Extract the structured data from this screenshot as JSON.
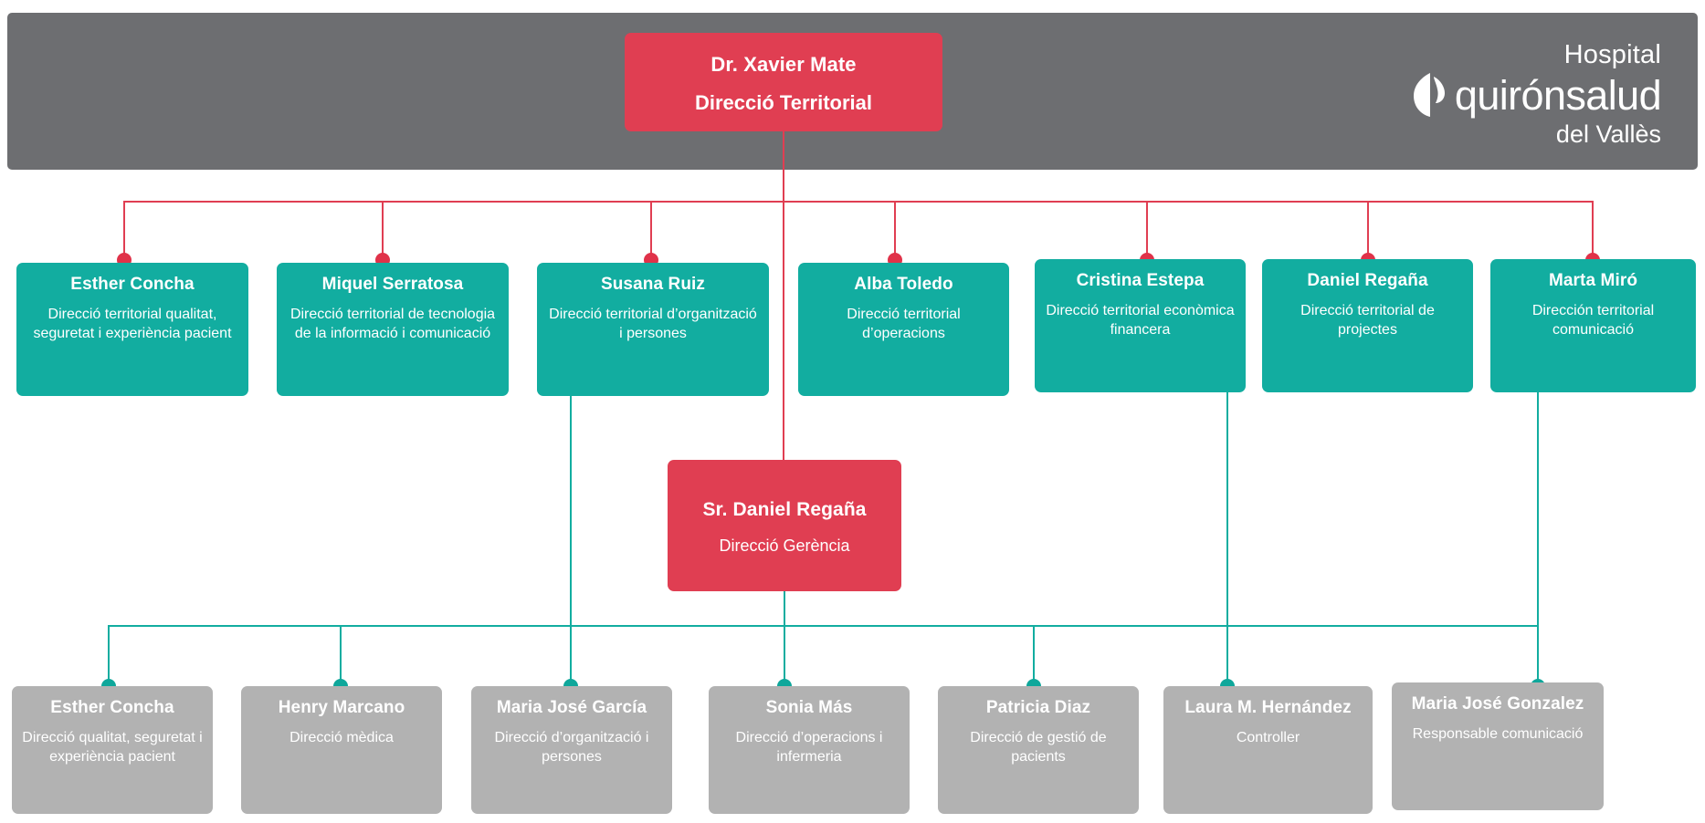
{
  "header": {
    "background_color": "#6d6e71",
    "logo": {
      "line1": "Hospital",
      "line2": "quirónsalud",
      "line3": "del Vallès",
      "mark_name": "quironsalud-leaf-mark"
    }
  },
  "colors": {
    "red": "#e03e52",
    "teal": "#12ada0",
    "gray": "#b2b2b2",
    "header_gray": "#6d6e71"
  },
  "root": {
    "name": "Dr. Xavier Mate",
    "role": "Direcció Territorial"
  },
  "territorial": [
    {
      "name": "Esther Concha",
      "role": "Direcció territorial qualitat, seguretat i experiència pacient"
    },
    {
      "name": "Miquel Serratosa",
      "role": "Direcció territorial de tecnologia de la informació i comunicació"
    },
    {
      "name": "Susana Ruiz",
      "role": "Direcció territorial d’organització i persones"
    },
    {
      "name": "Alba Toledo",
      "role": "Direcció territorial d’operacions"
    },
    {
      "name": "Cristina Estepa",
      "role": "Direcció territorial econòmica financera"
    },
    {
      "name": "Daniel Regaña",
      "role": "Direcció territorial de projectes"
    },
    {
      "name": "Marta Miró",
      "role": "Dirección territorial comunicació"
    }
  ],
  "gerencia": {
    "name": "Sr. Daniel Regaña",
    "role": "Direcció Gerència"
  },
  "local": [
    {
      "name": "Esther Concha",
      "role": "Direcció qualitat, seguretat i experiència pacient"
    },
    {
      "name": "Henry Marcano",
      "role": "Direcció mèdica"
    },
    {
      "name": "Maria José García",
      "role": "Direcció d’organització i persones"
    },
    {
      "name": "Sonia Más",
      "role": "Direcció d’operacions i infermeria"
    },
    {
      "name": "Patricia Diaz",
      "role": "Direcció de gestió de pacients"
    },
    {
      "name": "Laura M. Hernández",
      "role": "Controller"
    },
    {
      "name": "Maria José Gonzalez",
      "role": "Responsable comunicació"
    }
  ]
}
